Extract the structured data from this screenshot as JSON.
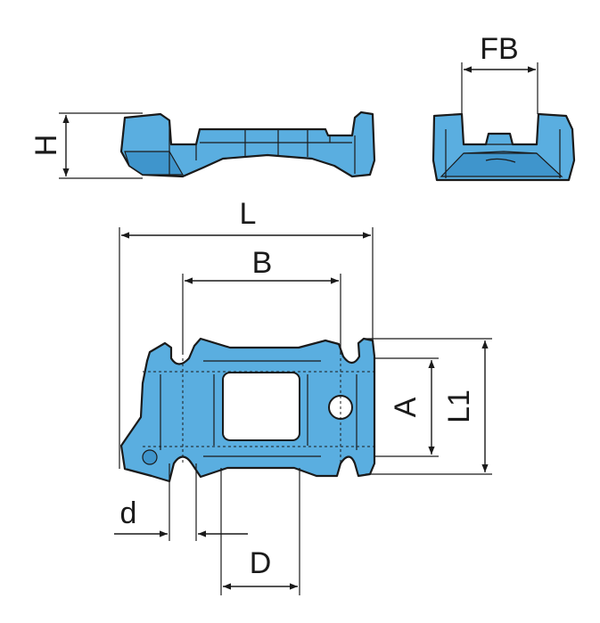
{
  "labels": {
    "H": "H",
    "FB": "FB",
    "L": "L",
    "B": "B",
    "A": "A",
    "L1": "L1",
    "d": "d",
    "D": "D"
  },
  "colors": {
    "part_fill": "#5aaee0",
    "part_shade": "#3f95cc",
    "line": "#1a1a1a",
    "background": "#ffffff"
  }
}
